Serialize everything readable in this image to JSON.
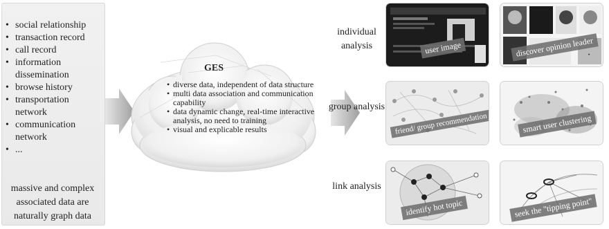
{
  "input_panel": {
    "items": [
      "social relationship",
      "transaction record",
      "call record",
      "information dissemination",
      "browse history",
      "transportation network",
      "communication network",
      "..."
    ],
    "summary": "massive and complex associated data are naturally graph data"
  },
  "ges": {
    "title": "GES",
    "features": [
      "diverse data, independent of data structure",
      "multi data association and communication capability",
      "data dynamic change, real-time interactive analysis, no need to training",
      "visual and explicable results"
    ]
  },
  "analysis": {
    "rows": [
      {
        "label": "individual analysis",
        "cards": [
          "user image",
          "discover opinion leader"
        ]
      },
      {
        "label": "group analysis",
        "cards": [
          "friend/ group recommendation",
          "smart user clustering"
        ]
      },
      {
        "label": "link analysis",
        "cards": [
          "identify hot topic",
          "seek the \"tipping point\""
        ]
      }
    ]
  },
  "colors": {
    "panel": "#eeeeee",
    "arrow": "#b9b9b9",
    "tag": "#6e6e6e"
  }
}
